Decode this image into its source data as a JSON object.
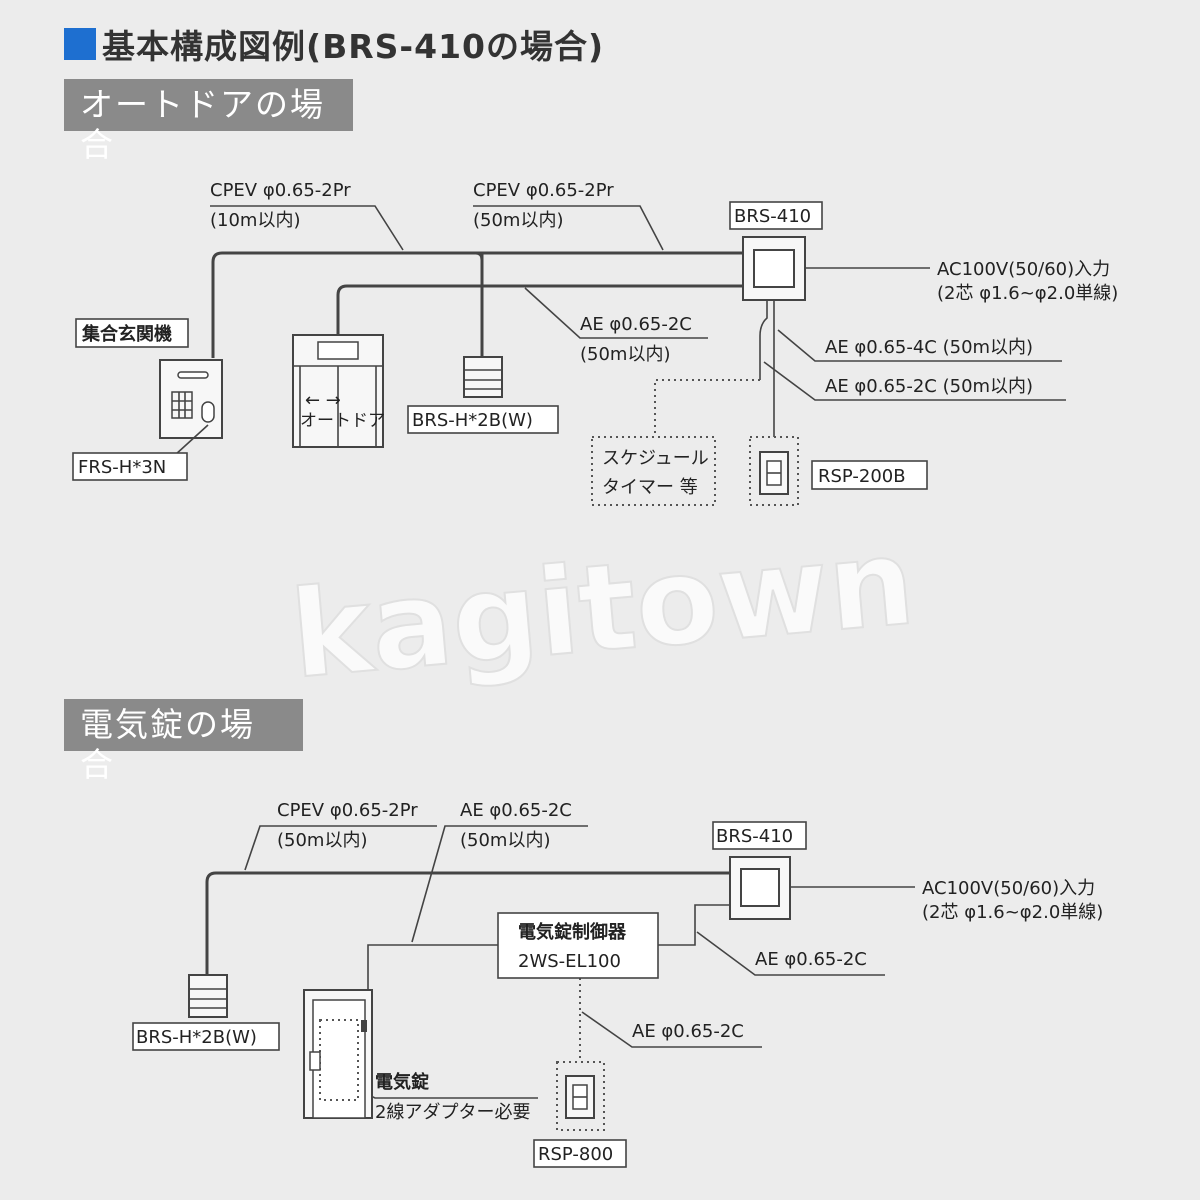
{
  "header": {
    "title": "基本構成図例(BRS-410の場合)",
    "section_auto_door": "オートドアの場合",
    "section_electric_lock": "電気錠の場合"
  },
  "auto_door": {
    "cable_top_left": {
      "line1": "CPEV φ0.65-2Pr",
      "line2": "(10m以内)"
    },
    "cable_top_right": {
      "line1": "CPEV φ0.65-2Pr",
      "line2": "(50m以内)"
    },
    "brs410": "BRS-410",
    "ac_input": {
      "line1": "AC100V(50/60)入力",
      "line2": "(2芯 φ1.6~φ2.0単線)"
    },
    "ae_mid": {
      "line1": "AE φ0.65-2C",
      "line2": "(50m以内)"
    },
    "ae_4c": "AE φ0.65-4C (50m以内)",
    "ae_2c": "AE φ0.65-2C (50m以内)",
    "entrance_unit": "集合玄関機",
    "frs": "FRS-H*3N",
    "door_arrows": "←   →",
    "door_label": "オートドア",
    "brs_h": "BRS-H*2B(W)",
    "schedule": {
      "line1": "スケジュール",
      "line2": "タイマー 等"
    },
    "rsp": "RSP-200B"
  },
  "electric_lock": {
    "cpev": {
      "line1": "CPEV φ0.65-2Pr",
      "line2": "(50m以内)"
    },
    "ae_top": {
      "line1": "AE φ0.65-2C",
      "line2": "(50m以内)"
    },
    "brs410": "BRS-410",
    "ac_input": {
      "line1": "AC100V(50/60)入力",
      "line2": "(2芯 φ1.6~φ2.0単線)"
    },
    "controller": {
      "line1": "電気錠制御器",
      "line2": "2WS-EL100"
    },
    "ae_right": "AE φ0.65-2C",
    "ae_bottom": "AE φ0.65-2C",
    "brs_h": "BRS-H*2B(W)",
    "lock": {
      "line1": "電気錠",
      "line2": "2線アダプター必要"
    },
    "rsp": "RSP-800"
  },
  "watermark": "kagitown"
}
